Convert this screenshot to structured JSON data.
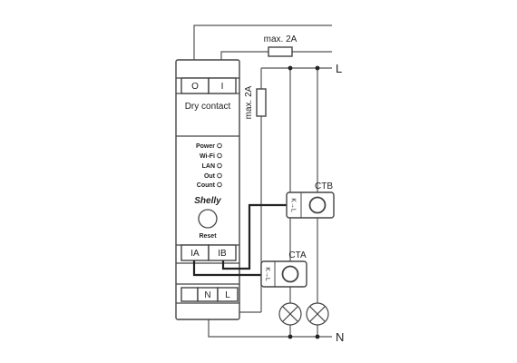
{
  "terminals": {
    "top": [
      "O",
      "I"
    ],
    "sensor": [
      "IA",
      "IB"
    ],
    "power": [
      "N",
      "L"
    ]
  },
  "device": {
    "section_label": "Dry contact",
    "leds": [
      "Power",
      "Wi-Fi",
      "LAN",
      "Out",
      "Count"
    ],
    "brand": "Shelly",
    "reset_label": "Reset"
  },
  "fuses": {
    "top_label": "max. 2A",
    "vertical_label": "max. 2A"
  },
  "lines": {
    "live": "L",
    "neutral": "N"
  },
  "clamps": {
    "ctb_label": "CTB",
    "cta_label": "CTA",
    "orientation": "K→L"
  }
}
